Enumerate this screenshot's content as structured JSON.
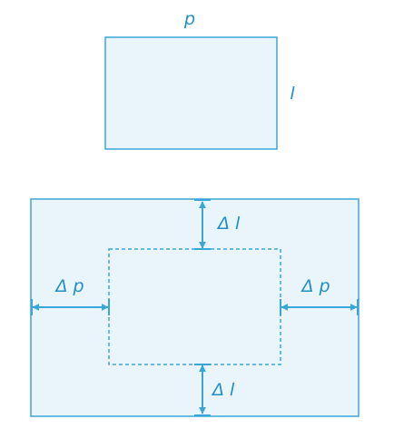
{
  "colors": {
    "stroke": "#3aa6d8",
    "fill": "#e9f5fb",
    "text": "#1f8fc8"
  },
  "small_rect": {
    "width_label": "p",
    "height_label": "l"
  },
  "large_rect": {
    "top_delta_label": "Δ l",
    "bottom_delta_label": "Δ l",
    "left_delta_label": "Δ p",
    "right_delta_label": "Δ p"
  }
}
